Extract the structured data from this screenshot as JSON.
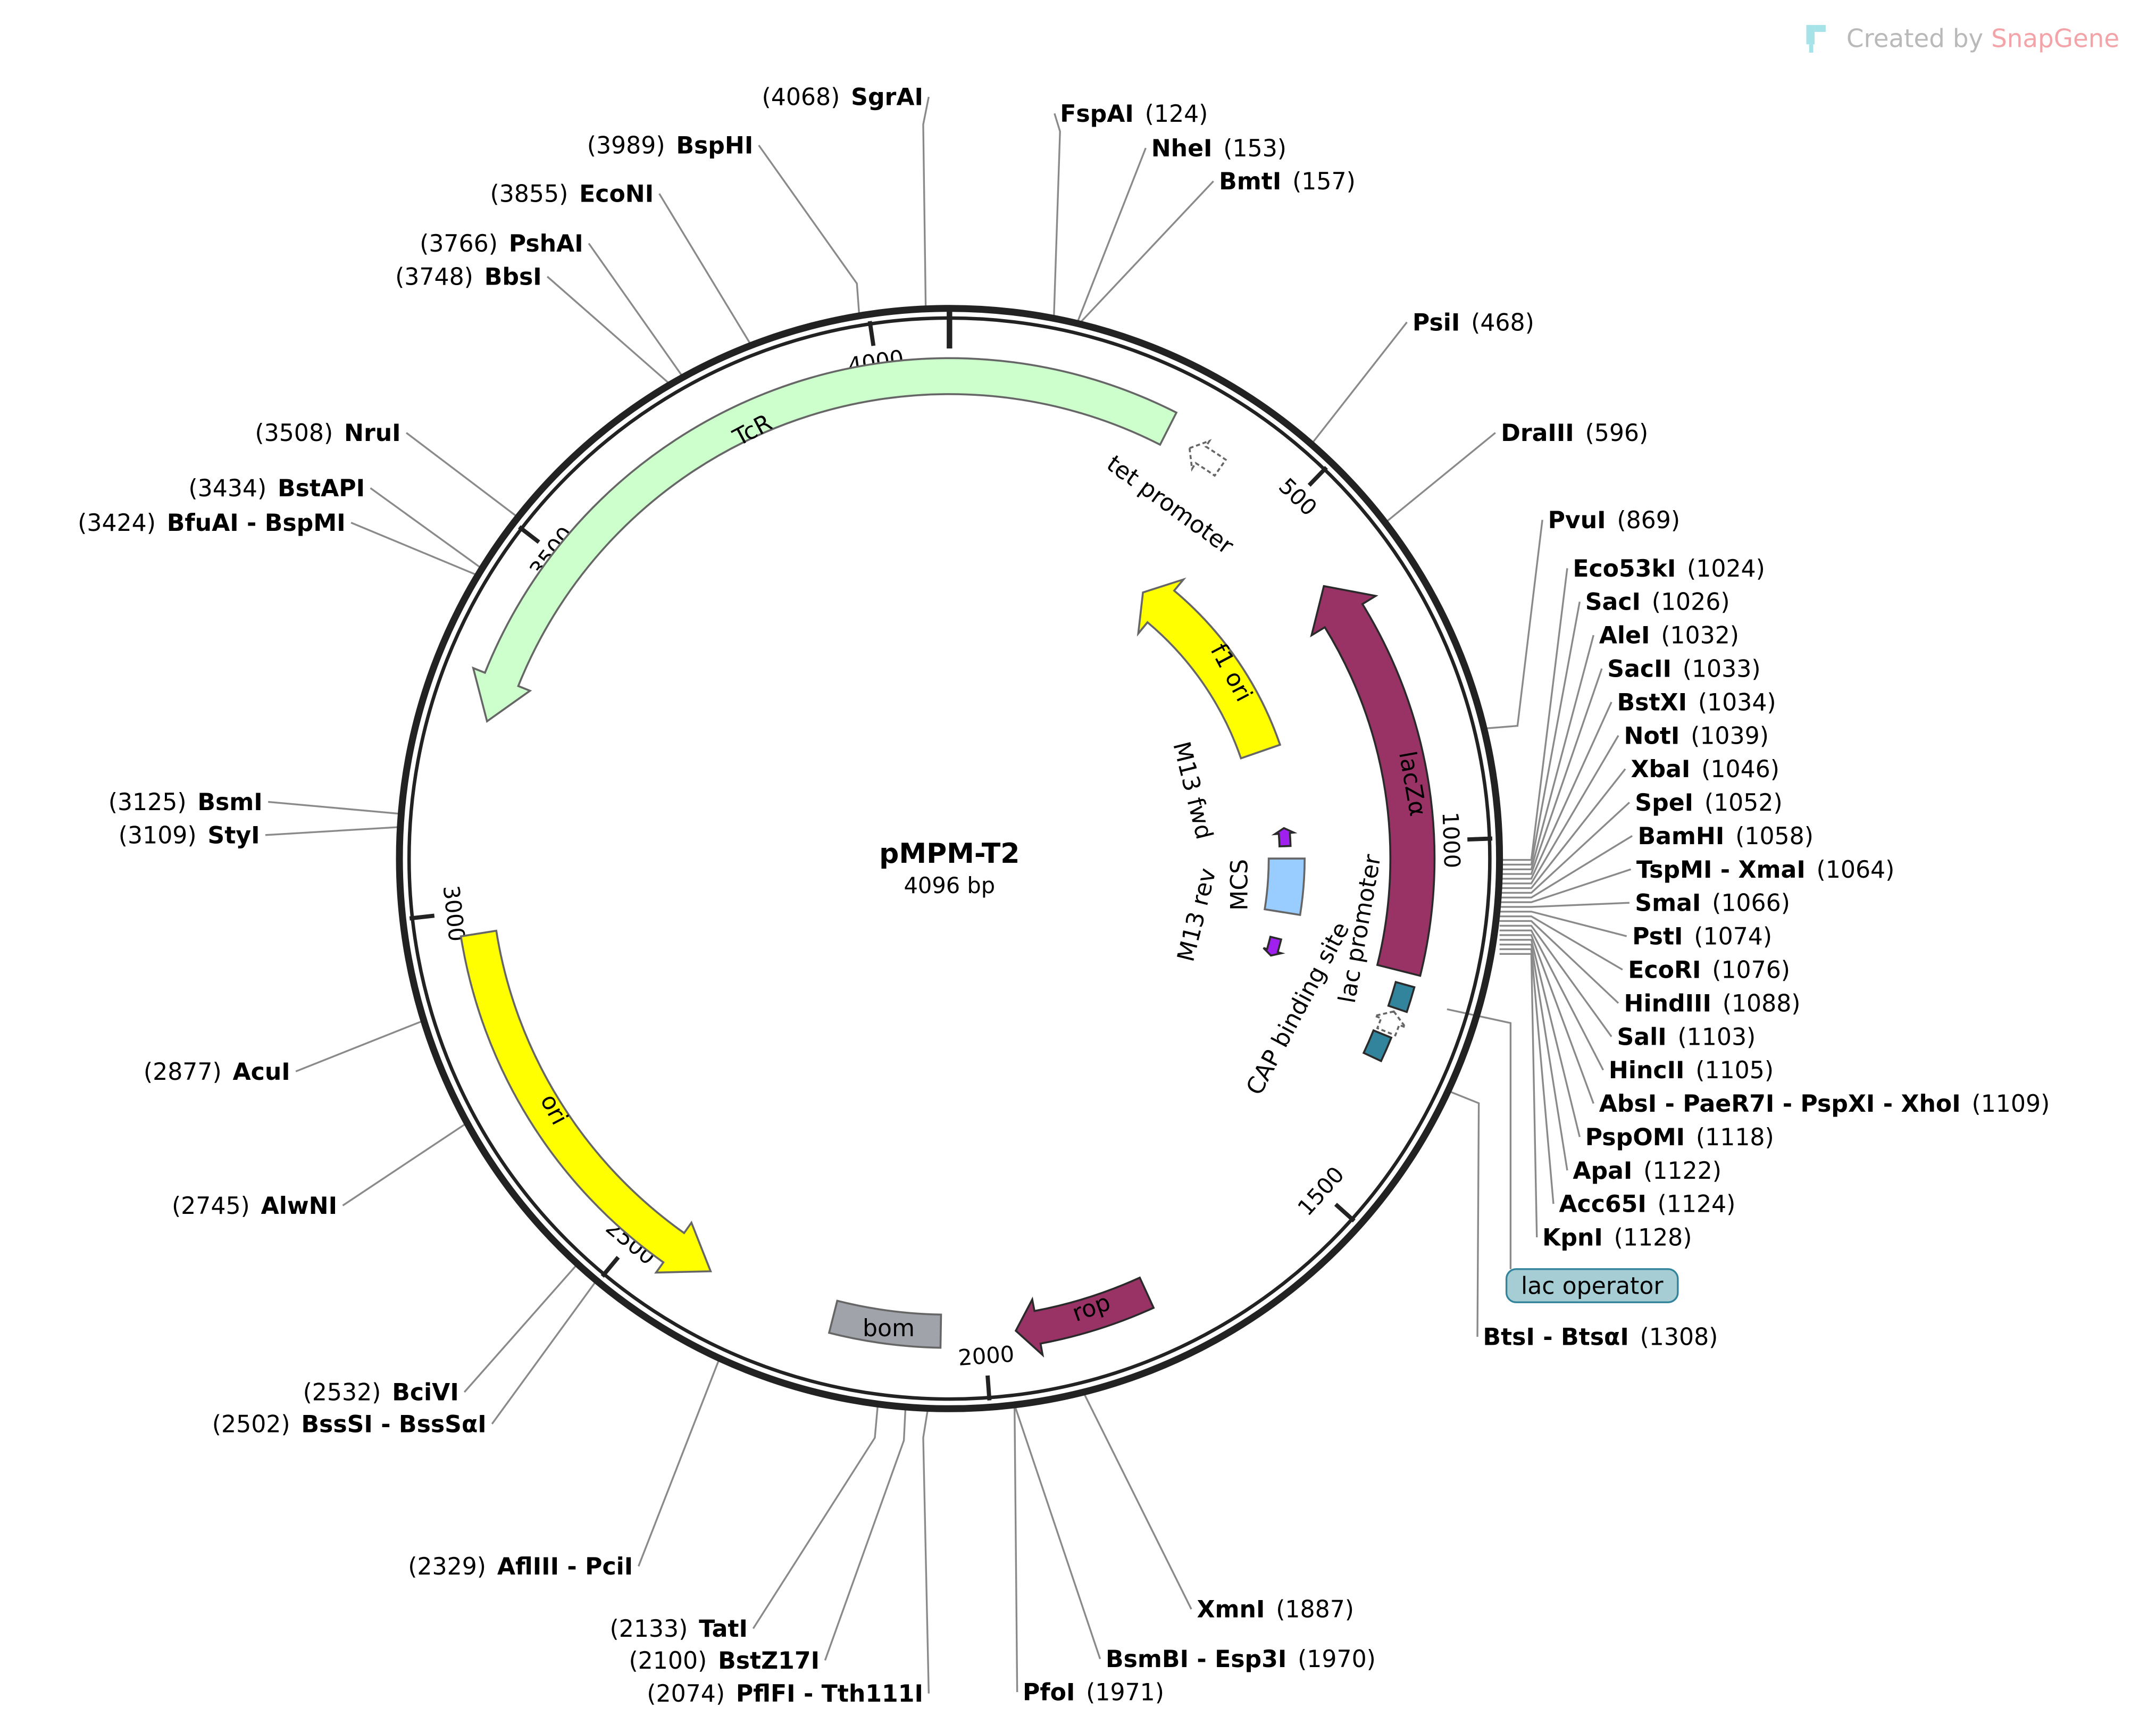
{
  "plasmid": {
    "name": "pMPM-T2",
    "length_label": "4096 bp",
    "length": 4096
  },
  "branding": {
    "prefix": "Created by",
    "brand": "SnapGene",
    "brand_color": "#f4a3a8",
    "logo_color": "#a6e3e9"
  },
  "ticks": [
    "500",
    "1000",
    "1500",
    "2000",
    "2500",
    "3000",
    "3500",
    "4000"
  ],
  "features": [
    {
      "name": "TcR",
      "start": 3260,
      "end": 307,
      "dir": "r",
      "color": "#ccffcc",
      "label_color": "#000000"
    },
    {
      "name": "tet promoter",
      "start": 345,
      "end": 395,
      "dir": "r",
      "color": "#ffffff",
      "label_color": "#000000"
    },
    {
      "name": "f1 ori",
      "start": 410,
      "end": 808,
      "dir": "r",
      "color": "#ffff00",
      "label_color": "#000000"
    },
    {
      "name": "lacZα",
      "start": 614,
      "end": 1183,
      "dir": "r",
      "color": "#993366",
      "label_color": "#ffffff"
    },
    {
      "name": "M13 fwd",
      "start": 965,
      "end": 1000,
      "dir": "r",
      "color": "#a020f0",
      "label_color": "#000000"
    },
    {
      "name": "MCS",
      "start": 1024,
      "end": 1128,
      "dir": "n",
      "color": "#99ccff",
      "label_color": "#000000"
    },
    {
      "name": "M13 rev",
      "start": 1180,
      "end": 1215,
      "dir": "f",
      "color": "#a020f0",
      "label_color": "#000000"
    },
    {
      "name": "lac operator",
      "start": 1200,
      "end": 1235,
      "dir": "n",
      "color": "#31849b",
      "label_color": "#000000"
    },
    {
      "name": "lac promoter",
      "start": 1240,
      "end": 1270,
      "dir": "r",
      "color": "#ffffff",
      "label_color": "#000000"
    },
    {
      "name": "CAP binding site",
      "start": 1275,
      "end": 1310,
      "dir": "n",
      "color": "#31849b",
      "label_color": "#000000"
    },
    {
      "name": "rop",
      "start": 1770,
      "end": 1957,
      "dir": "f",
      "color": "#993366",
      "label_color": "#ffffff"
    },
    {
      "name": "bom",
      "start": 2060,
      "end": 2210,
      "dir": "n",
      "color": "#a0a4aa",
      "label_color": "#000000"
    },
    {
      "name": "ori",
      "start": 2390,
      "end": 2969,
      "dir": "r",
      "color": "#ffff00",
      "label_color": "#000000"
    }
  ],
  "enzymes": [
    {
      "name": "SgrAI",
      "pos": "(4068)",
      "bp": 4068
    },
    {
      "name": "BspHI",
      "pos": "(3989)",
      "bp": 3989
    },
    {
      "name": "EcoNI",
      "pos": "(3855)",
      "bp": 3855
    },
    {
      "name": "PshAI",
      "pos": "(3766)",
      "bp": 3766
    },
    {
      "name": "BbsI",
      "pos": "(3748)",
      "bp": 3748
    },
    {
      "name": "NruI",
      "pos": "(3508)",
      "bp": 3508
    },
    {
      "name": "BstAPI",
      "pos": "(3434)",
      "bp": 3434
    },
    {
      "name": "BfuAI - BspMI",
      "pos": "(3424)",
      "bp": 3424
    },
    {
      "name": "BsmI",
      "pos": "(3125)",
      "bp": 3125
    },
    {
      "name": "StyI",
      "pos": "(3109)",
      "bp": 3109
    },
    {
      "name": "AcuI",
      "pos": "(2877)",
      "bp": 2877
    },
    {
      "name": "AlwNI",
      "pos": "(2745)",
      "bp": 2745
    },
    {
      "name": "BciVI",
      "pos": "(2532)",
      "bp": 2532
    },
    {
      "name": "BssSI - BssSαI",
      "pos": "(2502)",
      "bp": 2502
    },
    {
      "name": "AflIII - PciI",
      "pos": "(2329)",
      "bp": 2329
    },
    {
      "name": "TatI",
      "pos": "(2133)",
      "bp": 2133
    },
    {
      "name": "BstZ17I",
      "pos": "(2100)",
      "bp": 2100
    },
    {
      "name": "PflFI - Tth111I",
      "pos": "(2074)",
      "bp": 2074
    },
    {
      "name": "PfoI",
      "pos": "(1971)",
      "bp": 1971
    },
    {
      "name": "BsmBI - Esp3I",
      "pos": "(1970)",
      "bp": 1970
    },
    {
      "name": "XmnI",
      "pos": "(1887)",
      "bp": 1887
    },
    {
      "name": "BtsI - BtsαI",
      "pos": "(1308)",
      "bp": 1308
    },
    {
      "name": "FspAI",
      "pos": "(124)",
      "bp": 124
    },
    {
      "name": "NheI",
      "pos": "(153)",
      "bp": 153
    },
    {
      "name": "BmtI",
      "pos": "(157)",
      "bp": 157
    },
    {
      "name": "PsiI",
      "pos": "(468)",
      "bp": 468
    },
    {
      "name": "DraIII",
      "pos": "(596)",
      "bp": 596
    },
    {
      "name": "PvuI",
      "pos": "(869)",
      "bp": 869
    },
    {
      "name": "Eco53kI",
      "pos": "(1024)",
      "bp": 1024
    },
    {
      "name": "SacI",
      "pos": "(1026)",
      "bp": 1026
    },
    {
      "name": "AleI",
      "pos": "(1032)",
      "bp": 1032
    },
    {
      "name": "SacII",
      "pos": "(1033)",
      "bp": 1033
    },
    {
      "name": "BstXI",
      "pos": "(1034)",
      "bp": 1034
    },
    {
      "name": "NotI",
      "pos": "(1039)",
      "bp": 1039
    },
    {
      "name": "XbaI",
      "pos": "(1046)",
      "bp": 1046
    },
    {
      "name": "SpeI",
      "pos": "(1052)",
      "bp": 1052
    },
    {
      "name": "BamHI",
      "pos": "(1058)",
      "bp": 1058
    },
    {
      "name": "TspMI - XmaI",
      "pos": "(1064)",
      "bp": 1064
    },
    {
      "name": "SmaI",
      "pos": "(1066)",
      "bp": 1066
    },
    {
      "name": "PstI",
      "pos": "(1074)",
      "bp": 1074
    },
    {
      "name": "EcoRI",
      "pos": "(1076)",
      "bp": 1076
    },
    {
      "name": "HindIII",
      "pos": "(1088)",
      "bp": 1088
    },
    {
      "name": "SalI",
      "pos": "(1103)",
      "bp": 1103
    },
    {
      "name": "HincII",
      "pos": "(1105)",
      "bp": 1105
    },
    {
      "name": "AbsI - PaeR7I - PspXI - XhoI",
      "pos": "(1109)",
      "bp": 1109
    },
    {
      "name": "PspOMI",
      "pos": "(1118)",
      "bp": 1118
    },
    {
      "name": "ApaI",
      "pos": "(1122)",
      "bp": 1122
    },
    {
      "name": "Acc65I",
      "pos": "(1124)",
      "bp": 1124
    },
    {
      "name": "KpnI",
      "pos": "(1128)",
      "bp": 1128
    }
  ]
}
